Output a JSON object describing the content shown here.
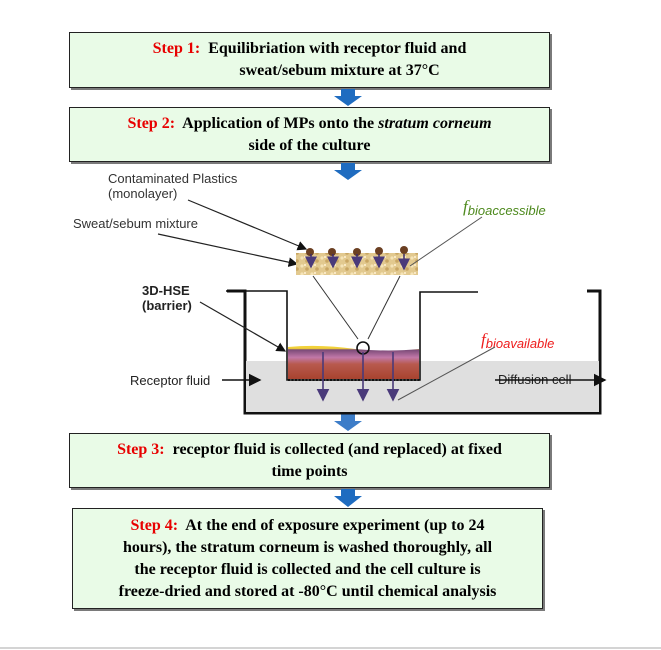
{
  "steps": [
    {
      "label": "Step 1:",
      "lines": [
        "Equilibriation with receptor fluid and",
        "sweat/sebum mixture at 37°C"
      ]
    },
    {
      "label": "Step 2:",
      "line1_pre": "Application of  MPs onto the ",
      "line1_italic": "stratum corneum",
      "line2": "side of the culture"
    },
    {
      "label": "Step 3:",
      "lines": [
        "receptor fluid is collected (and replaced) at fixed",
        "time points"
      ]
    },
    {
      "label": "Step 4:",
      "lines": [
        "At the end of exposure experiment  (up to 24",
        "hours), the stratum corneum is washed thoroughly, all",
        "the receptor fluid is collected and the cell culture is",
        "freeze-dried and stored at -80°C until chemical analysis"
      ]
    }
  ],
  "diagram": {
    "labels": {
      "contaminated_plastics_line1": "Contaminated Plastics",
      "contaminated_plastics_line2": "(monolayer)",
      "sweat_sebum": "Sweat/sebum mixture",
      "hse_line1": "3D-HSE",
      "hse_line2": "(barrier)",
      "receptor_fluid": "Receptor fluid",
      "diffusion_cell": "Diffusion cell",
      "f_bioaccessible_f": "f",
      "f_bioaccessible_sub": "bioaccessible",
      "f_bioavailable_f": "f",
      "f_bioavailable_sub": "bioavailable"
    },
    "colors": {
      "step_label": "#e80000",
      "box_fill": "#e9fbe7",
      "flow_arrow": "#1f6cc0",
      "bioaccessible": "#4e8a1e",
      "bioavailable": "#ee1c1c",
      "penetration_arrow": "#4a3a7a"
    }
  }
}
